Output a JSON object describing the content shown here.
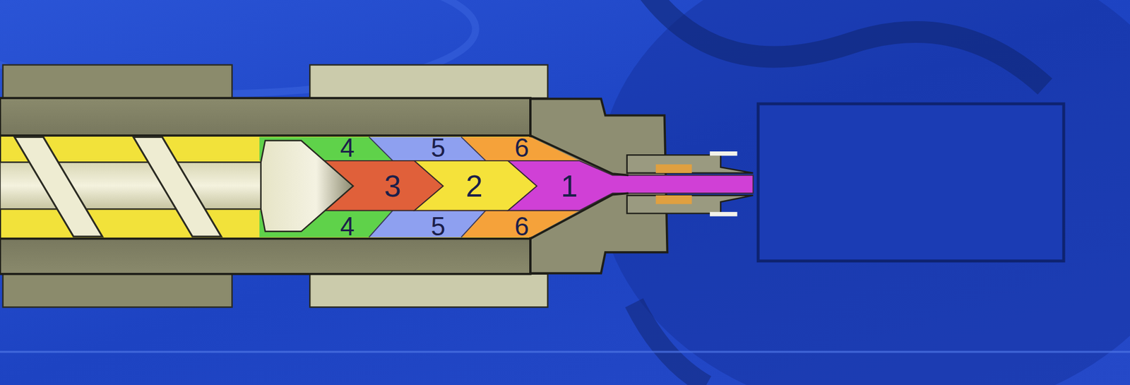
{
  "diagram": {
    "labels": [
      "4",
      "5",
      "6",
      "3",
      "2",
      "1",
      "4",
      "5",
      "6"
    ]
  }
}
